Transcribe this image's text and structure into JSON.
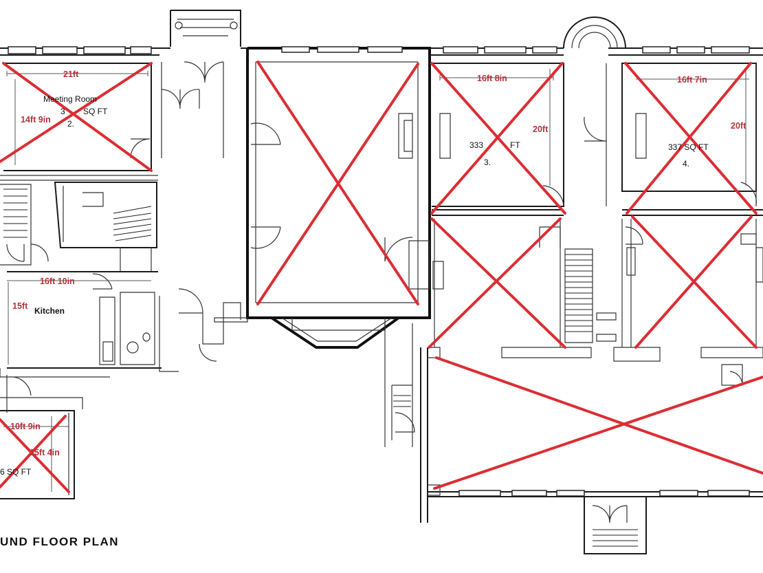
{
  "plan": {
    "title": "UND  FLOOR  PLAN",
    "cross_color": "#dc2d33",
    "dimension_color": "#b8323a",
    "rooms": {
      "meeting_room": {
        "name": "Meeting Room",
        "area": "3",
        "area_tail": "SQ FT",
        "number": "2.",
        "width": "21ft",
        "height": "14ft 9in",
        "status": "crossed-out"
      },
      "room_3": {
        "area": "333",
        "area_tail": "FT",
        "number": "3.",
        "width": "16ft 8in",
        "height": "20ft",
        "status": "crossed-out"
      },
      "room_4": {
        "area": "337 SQ FT",
        "number": "4.",
        "width": "16ft 7in",
        "height": "20ft",
        "status": "crossed-out"
      },
      "kitchen": {
        "name": "Kitchen",
        "width": "16ft 10in",
        "height": "15ft"
      },
      "small_room": {
        "area": "6  SQ FT",
        "width": "10ft 9in",
        "height": "15ft 4in",
        "status": "crossed-out"
      },
      "central_hall": {
        "status": "crossed-out"
      },
      "room_lower_mid": {
        "status": "crossed-out"
      },
      "room_lower_right": {
        "status": "crossed-out"
      },
      "large_room": {
        "status": "crossed-out"
      }
    },
    "stair_notes": [
      "",
      ""
    ]
  }
}
